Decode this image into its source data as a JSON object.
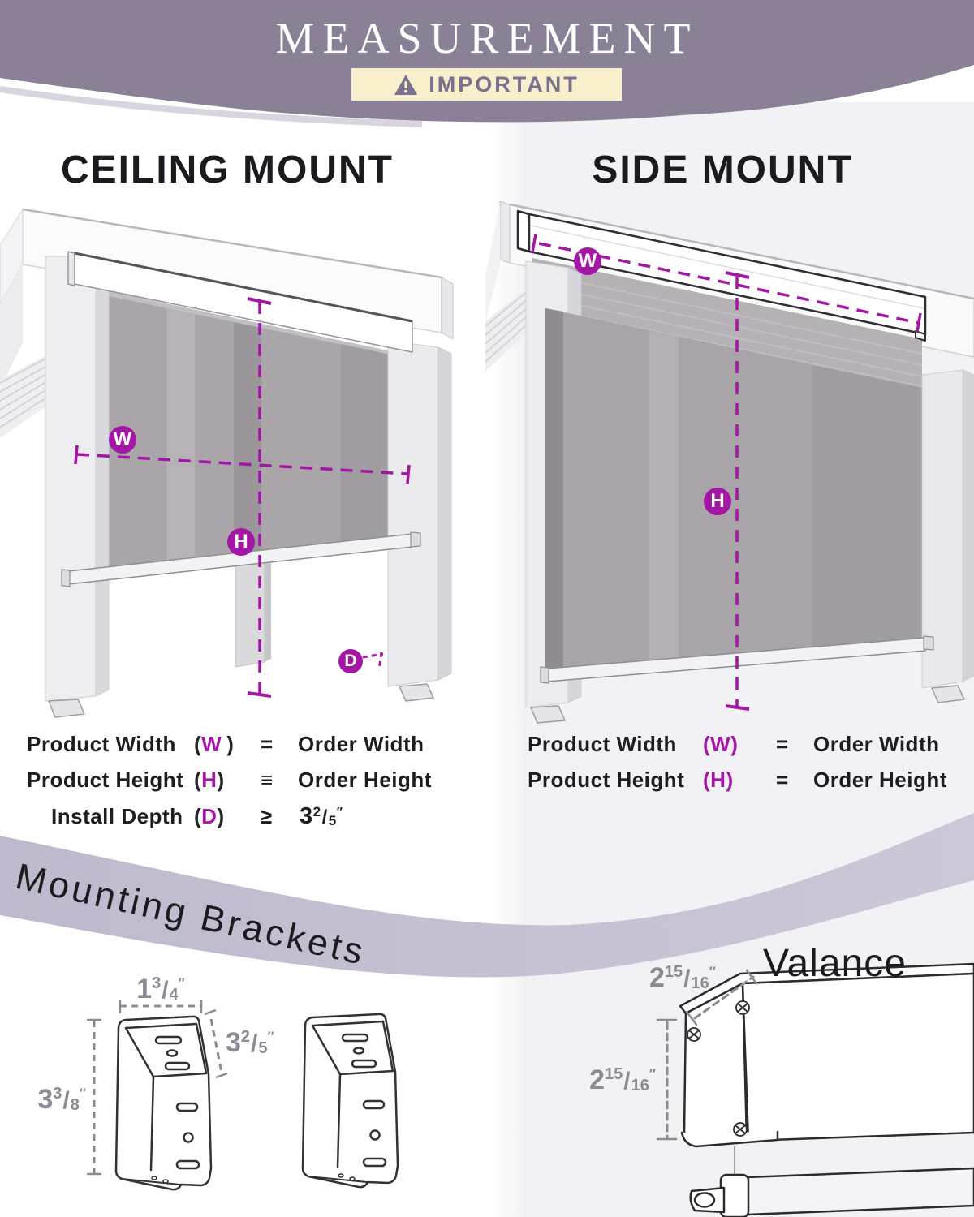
{
  "banner": {
    "title": "MEASUREMENT",
    "badge_label": "IMPORTANT"
  },
  "ceiling_section": {
    "title": "CEILING MOUNT"
  },
  "side_section": {
    "title": "SIDE MOUNT"
  },
  "markers": {
    "width": "W",
    "height": "H",
    "depth": "D"
  },
  "punct": {
    "paren_open": "(",
    "paren_close": ")",
    "frac_slash": "/"
  },
  "specs_left": {
    "rows": [
      {
        "name": "Product Width",
        "letter": "W",
        "relation": "=",
        "value": "Order Width"
      },
      {
        "name": "Product Height",
        "letter": "H",
        "relation": "≡",
        "value": "Order Height"
      },
      {
        "name": "Install Depth",
        "letter": "D",
        "relation": "≥"
      }
    ]
  },
  "install_depth_value": {
    "whole": "3",
    "num": "2",
    "den": "5",
    "unit": "″"
  },
  "specs_right": {
    "rows": [
      {
        "name": "Product Width",
        "letter": "W",
        "relation": "=",
        "value": "Order Width"
      },
      {
        "name": "Product Height",
        "letter": "H",
        "relation": "=",
        "value": "Order Height"
      }
    ]
  },
  "mounting_section": {
    "title_word1": "Mounting",
    "title_word2": "Brackets"
  },
  "valance_section": {
    "title": "Valance"
  },
  "dims": {
    "bracket_width": {
      "whole": "1",
      "num": "3",
      "den": "4",
      "unit": "″"
    },
    "bracket_depth": {
      "whole": "3",
      "num": "2",
      "den": "5",
      "unit": "″"
    },
    "bracket_height": {
      "whole": "3",
      "num": "3",
      "den": "8",
      "unit": "″"
    },
    "valance_depth": {
      "whole": "2",
      "num": "15",
      "den": "16",
      "unit": "″"
    },
    "valance_height": {
      "whole": "2",
      "num": "15",
      "den": "16",
      "unit": "″"
    }
  },
  "colors": {
    "accent_magenta": "#a316a6",
    "banner_purple": "#8a8197",
    "ribbon_purple": "#c6c0d2",
    "badge_bg": "#f8efcd",
    "badge_text": "#7a7090",
    "dim_text": "#8d8995",
    "body_text": "#1d1c21",
    "fabric_gray": "#a8a4a7"
  }
}
